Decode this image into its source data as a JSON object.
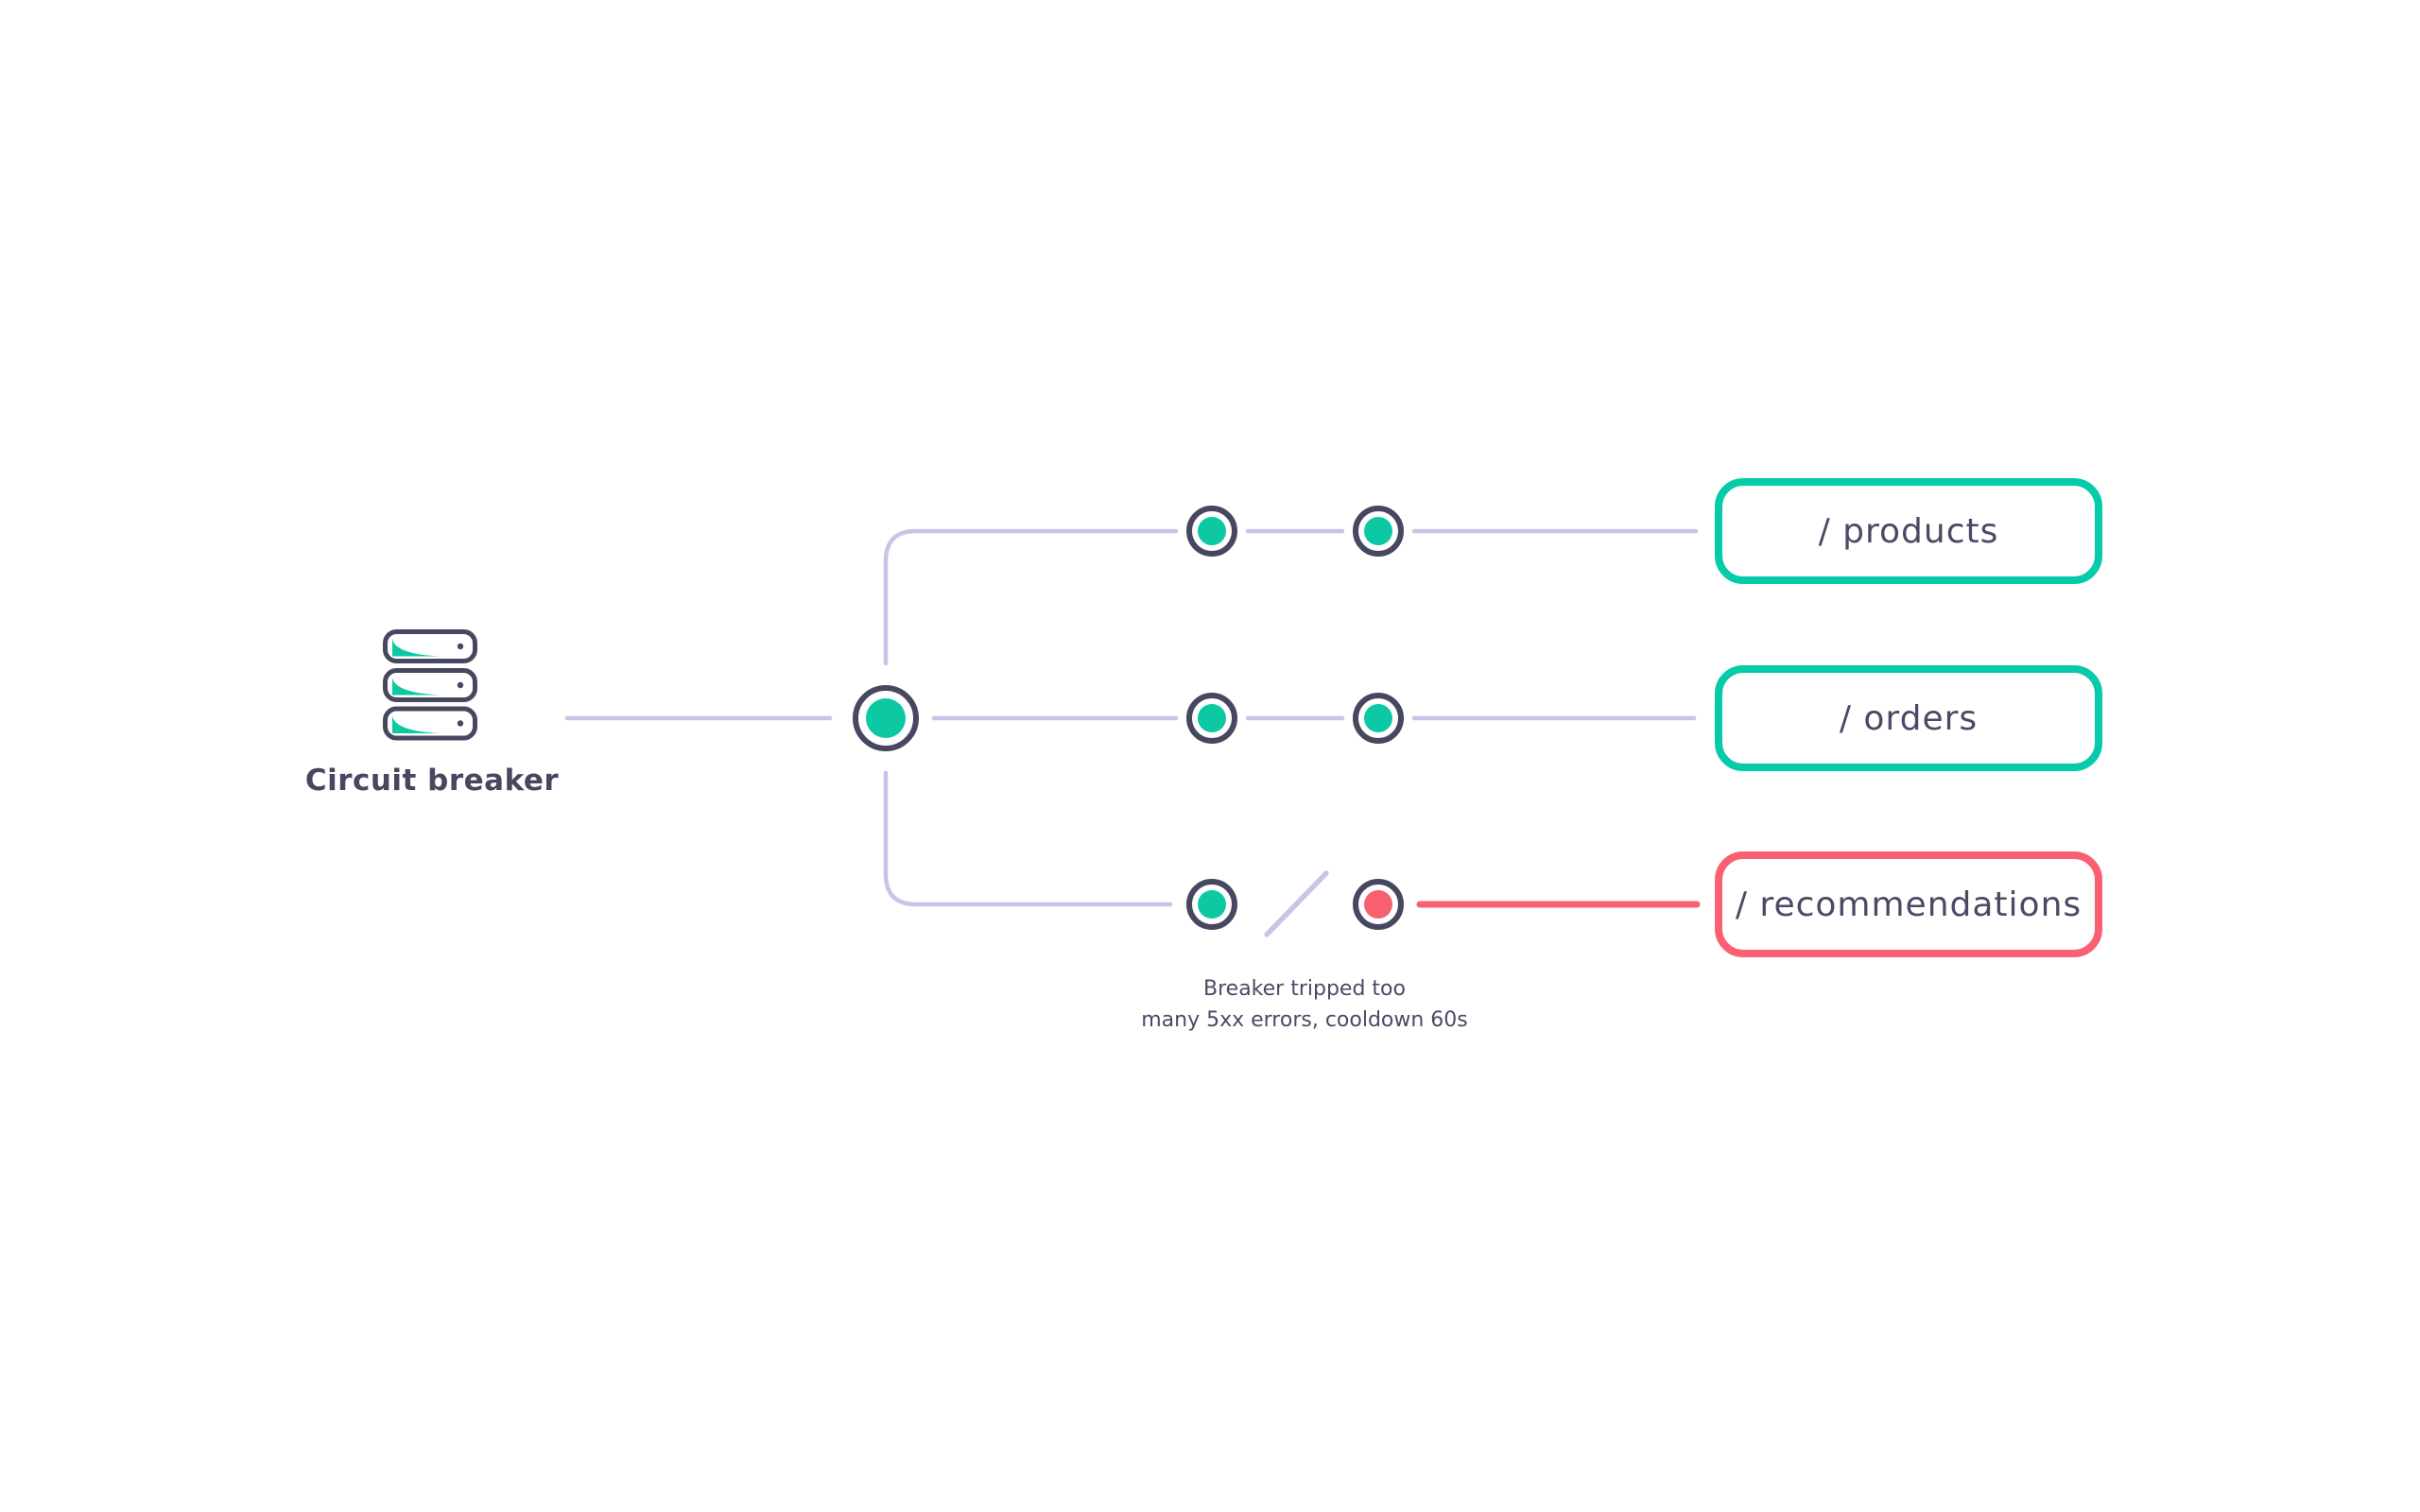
{
  "source": {
    "label": "Circuit breaker",
    "icon": "server-stack-icon"
  },
  "hub": {
    "status": "healthy"
  },
  "branches": [
    {
      "label": "/ products",
      "status": "healthy",
      "nodes": [
        "ok",
        "ok"
      ]
    },
    {
      "label": "/ orders",
      "status": "healthy",
      "nodes": [
        "ok",
        "ok"
      ]
    },
    {
      "label": "/ recommendations",
      "status": "tripped",
      "nodes": [
        "ok",
        "error"
      ]
    }
  ],
  "caption": {
    "line1": "Breaker tripped too",
    "line2": "many 5xx errors, cooldown 60s"
  },
  "colors": {
    "teal": "#06cba8",
    "node_teal": "#0cc9a3",
    "red": "#f96173",
    "node_red": "#f8606f",
    "lavender_line": "#c5c5e8",
    "slate_outline": "#474760",
    "text_slate": "#4a4a66"
  }
}
